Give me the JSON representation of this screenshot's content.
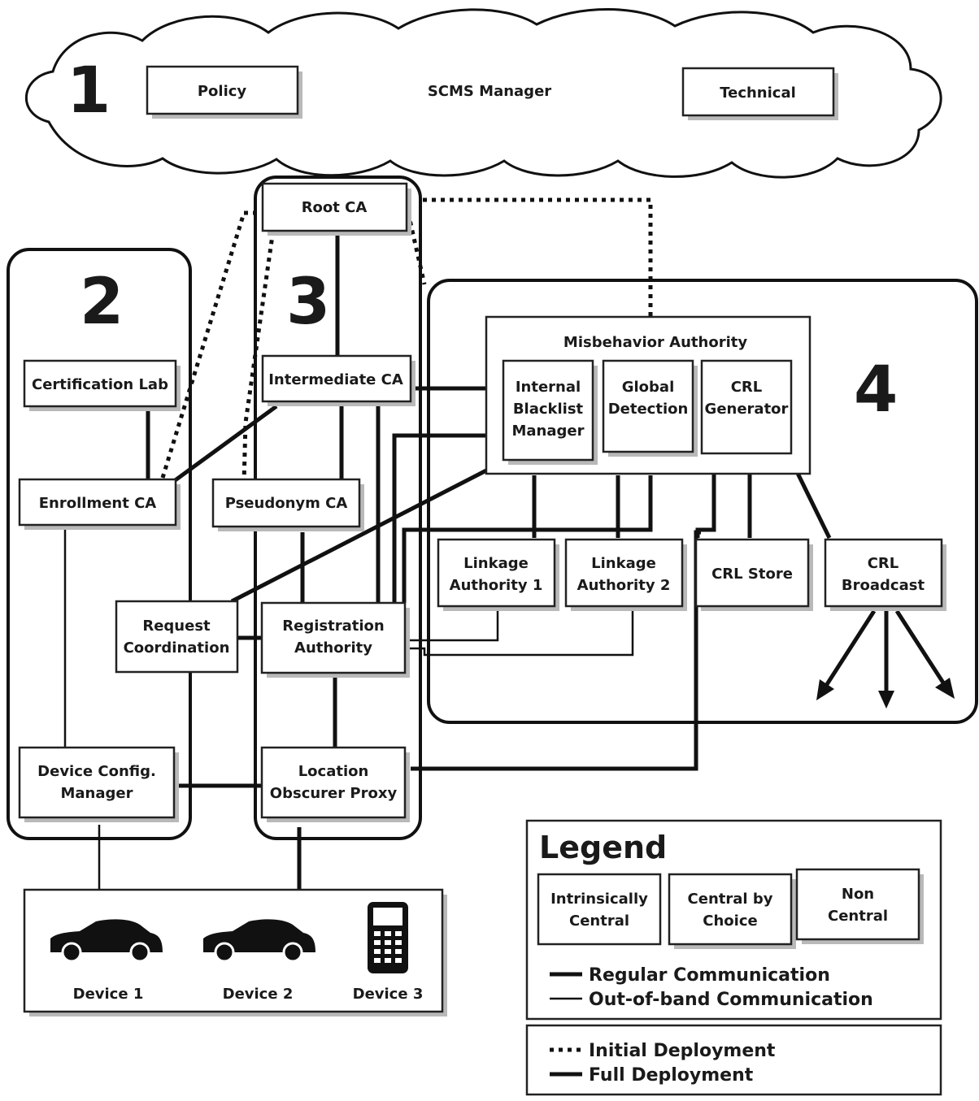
{
  "regions": {
    "r1": "1",
    "r2": "2",
    "r3": "3",
    "r4": "4"
  },
  "cloud": {
    "policy": "Policy",
    "manager": "SCMS Manager",
    "technical": "Technical"
  },
  "components": {
    "root_ca": "Root CA",
    "intermediate_ca": "Intermediate CA",
    "certification_lab": "Certification Lab",
    "enrollment_ca": "Enrollment CA",
    "pseudonym_ca": "Pseudonym CA",
    "request_coordination": [
      "Request",
      "Coordination"
    ],
    "registration_authority": [
      "Registration",
      "Authority"
    ],
    "device_config_manager": [
      "Device Config.",
      "Manager"
    ],
    "location_obscurer_proxy": [
      "Location",
      "Obscurer Proxy"
    ],
    "misbehavior_authority": "Misbehavior Authority",
    "internal_blacklist_manager": [
      "Internal",
      "Blacklist",
      "Manager"
    ],
    "global_detection": [
      "Global",
      "Detection"
    ],
    "crl_generator": [
      "CRL",
      "Generator"
    ],
    "linkage_authority_1": [
      "Linkage",
      "Authority 1"
    ],
    "linkage_authority_2": [
      "Linkage",
      "Authority 2"
    ],
    "crl_store": "CRL Store",
    "crl_broadcast": [
      "CRL",
      "Broadcast"
    ]
  },
  "devices": [
    "Device 1",
    "Device 2",
    "Device 3"
  ],
  "legend": {
    "title": "Legend",
    "box_types": [
      [
        "Intrinsically",
        "Central"
      ],
      [
        "Central by",
        "Choice"
      ],
      [
        "Non",
        "Central"
      ]
    ],
    "regular": "Regular Communication",
    "out_of_band": "Out-of-band Communication",
    "initial": "Initial Deployment",
    "full": "Full Deployment"
  }
}
